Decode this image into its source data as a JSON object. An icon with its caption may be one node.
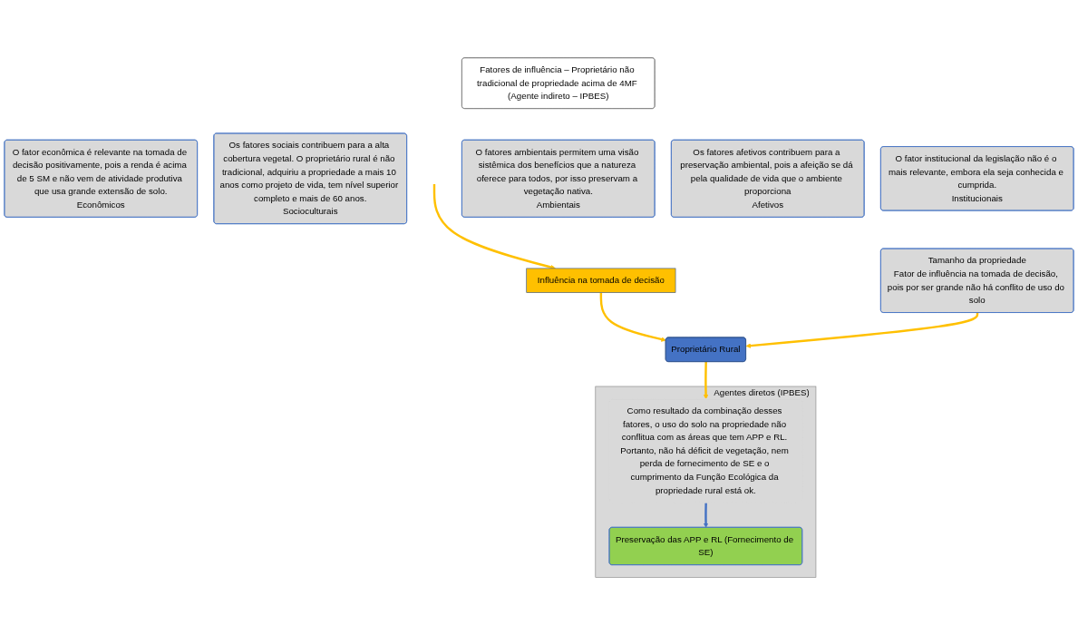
{
  "diagram": {
    "nodes": [
      {
        "text": [
          "Fatores de influência – Proprietário não tradicional de propriedade acima de 4MF (Agente indireto – IPBES)"
        ]
      },
      {
        "text": [
          "O fator econômica é relevante na tomada de decisão positivamente, pois a renda é acima de 5 SM e não vem de atividade produtiva que usa grande extensão de solo.",
          "Econômicos"
        ]
      },
      {
        "text": [
          "Os fatores sociais contribuem para a alta cobertura vegetal. O proprietário rural é não tradicional, adquiriu a propriedade a mais 10 anos como projeto de vida, tem nível superior completo e mais de 60 anos.",
          "Socioculturais"
        ]
      },
      {
        "text": [
          "Os fatores afetivos contribuem para a preservação ambiental, pois a afeição se dá pela qualidade de vida que o ambiente proporciona",
          "Afetivos"
        ]
      },
      {
        "text": [
          "O fatores ambientais permitem uma visão sistêmica dos benefícios que a natureza oferece para todos, por isso preservam a vegetação nativa.",
          "Ambientais"
        ]
      },
      {
        "text": [
          "O fator institucional da legislação não é o mais relevante, embora ela seja conhecida e cumprida.",
          "Institucionais"
        ]
      },
      {
        "text": [
          "Influência na tomada de decisão"
        ]
      },
      {
        "text": [
          "Proprietário Rural"
        ]
      },
      {
        "text": [
          "Tamanho da propriedade",
          "Fator de influência na tomada de decisão, pois por ser grande não há conflito de uso do solo"
        ]
      },
      {
        "text": [
          "Agentes diretos (IPBES)"
        ]
      },
      {
        "text": [
          "Como resultado da combinação desses fatores, o uso do solo na propriedade não conflitua com as áreas que tem APP e RL. Portanto, não há déficit de vegetação, nem perda de fornecimento de SE e o cumprimento da Função Ecológica da propriedade rural está ok."
        ],
        "in": 9
      },
      {
        "text": [
          "Preservação das APP e RL (Fornecimento de SE)"
        ],
        "in": 9
      }
    ],
    "edges": [
      {
        "from": null,
        "to": 6,
        "arrow": "to"
      },
      {
        "from": 6,
        "to": 7,
        "arrow": "to"
      },
      {
        "from": 8,
        "to": 7,
        "arrow": "to"
      },
      {
        "from": 7,
        "to": 10,
        "arrow": "to"
      },
      {
        "from": 10,
        "to": 11,
        "arrow": "to",
        "color": "#4472c4"
      }
    ]
  }
}
